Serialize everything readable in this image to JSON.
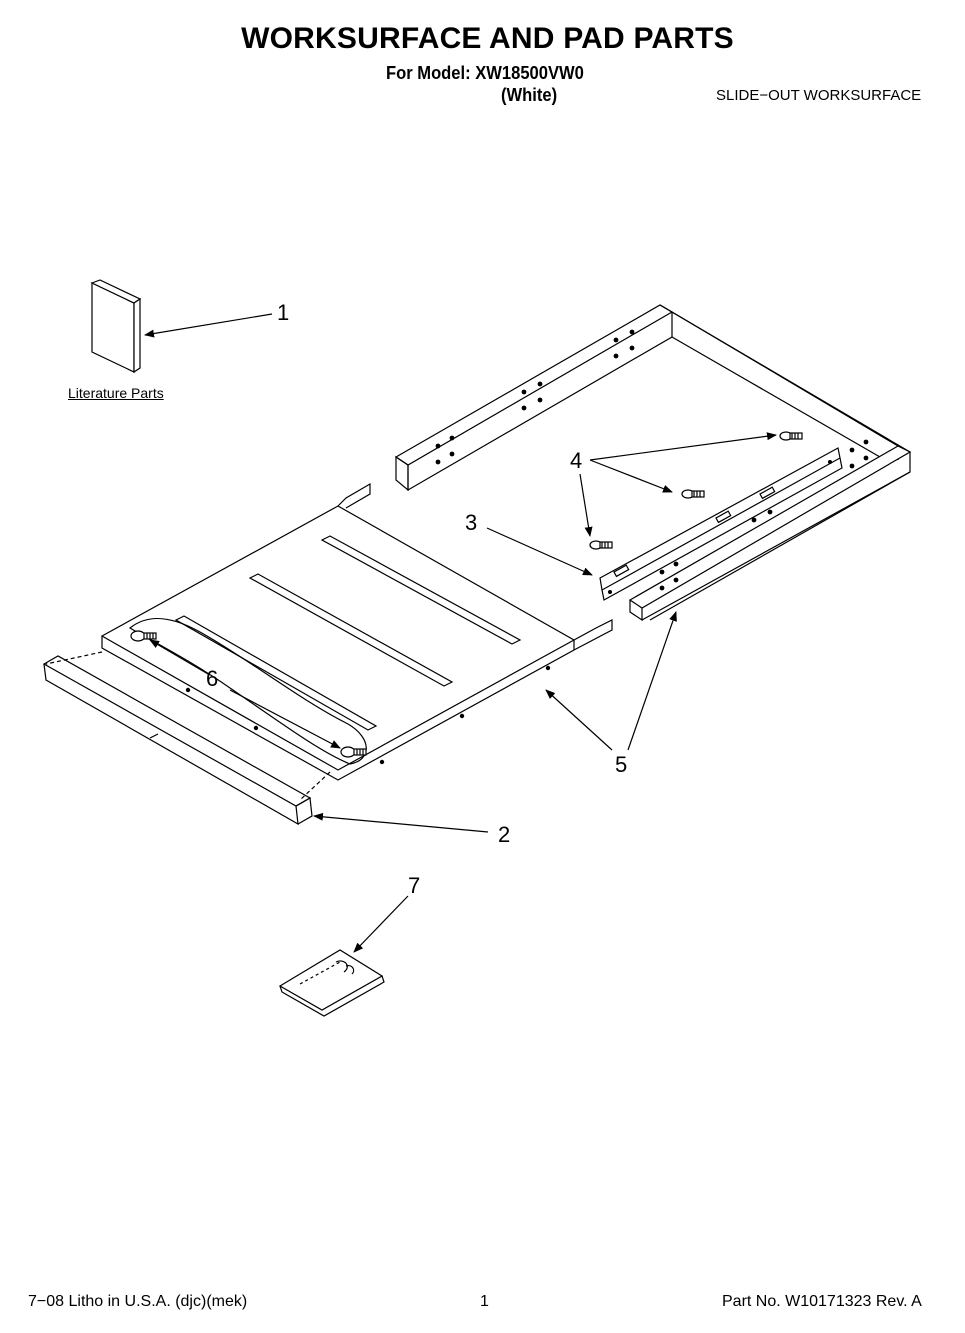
{
  "header": {
    "title": "WORKSURFACE AND PAD PARTS",
    "model_line": "For Model: XW18500VW0",
    "color_line": "(White)",
    "section_label": "SLIDE−OUT WORKSURFACE"
  },
  "literature_label": "Literature Parts",
  "callouts": [
    "1",
    "2",
    "3",
    "4",
    "5",
    "6",
    "7"
  ],
  "footer": {
    "printing": "7−08 Litho in U.S.A. (djc)(mek)",
    "page_number": "1",
    "part_number": "Part No. W10171323 Rev. A"
  }
}
